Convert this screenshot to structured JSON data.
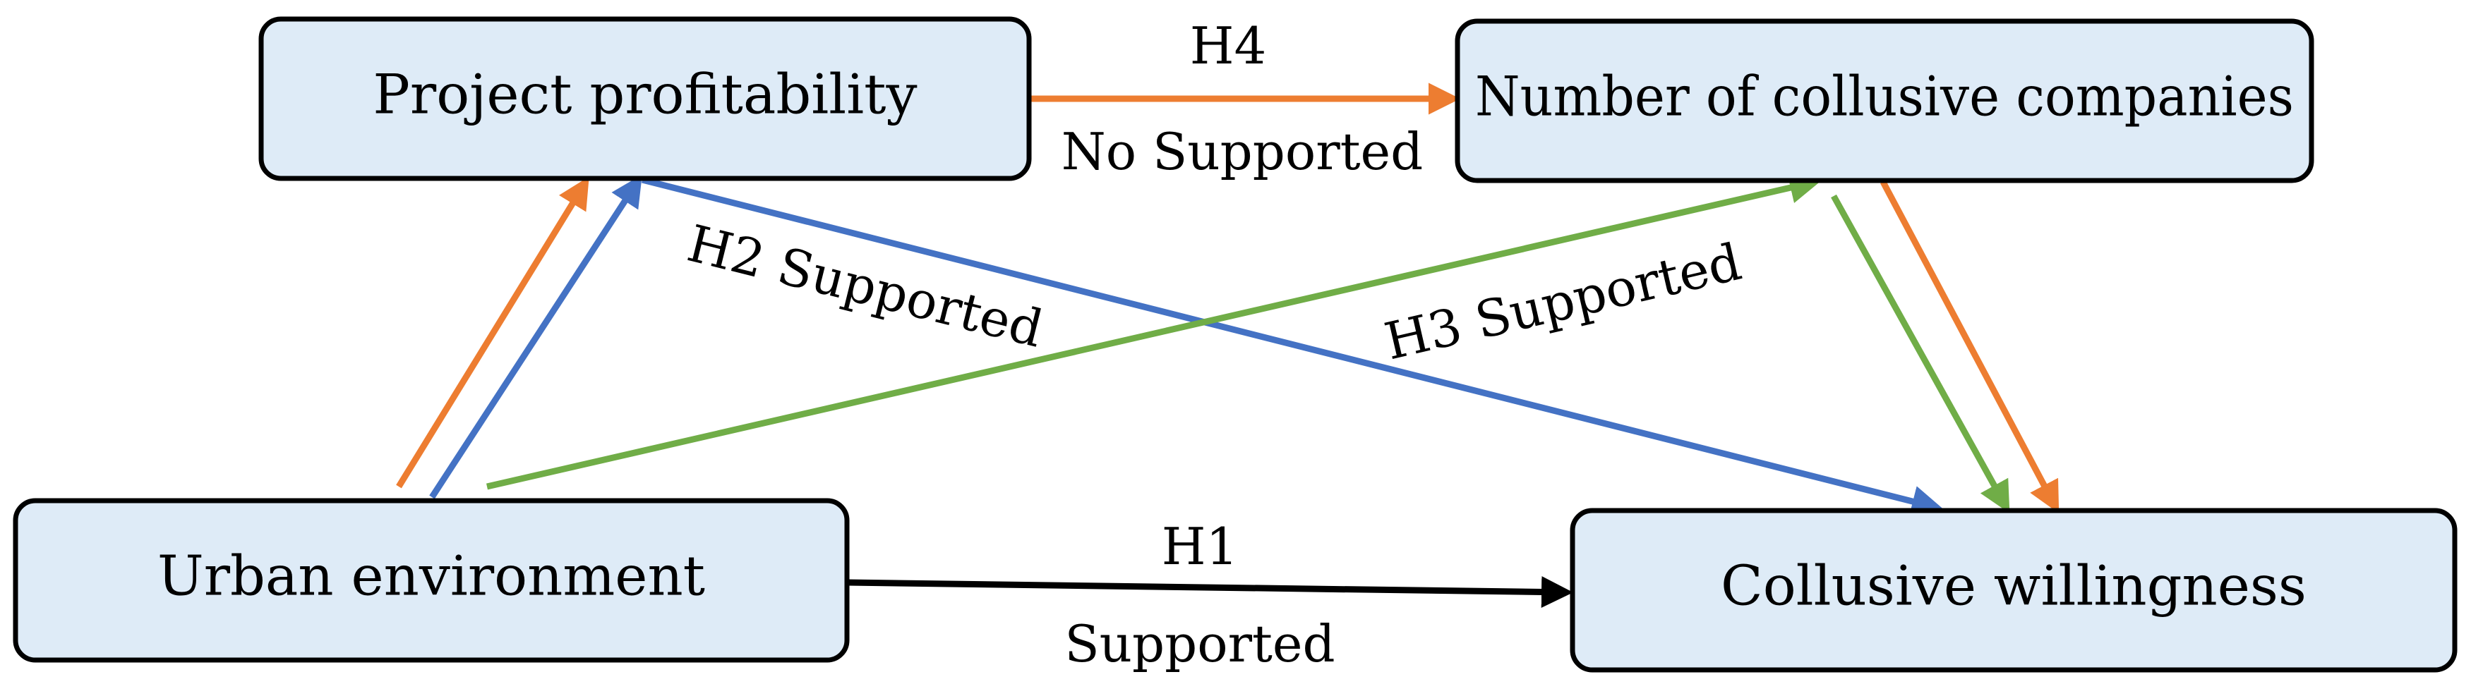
{
  "nodes": {
    "project_profitability": "Project profitability",
    "collusive_companies": "Number of collusive companies",
    "urban_environment": "Urban environment",
    "collusive_willingness": "Collusive willingness"
  },
  "edges": {
    "h1": {
      "label": "H1",
      "result": "Supported"
    },
    "h2": {
      "label": "H2 Supported"
    },
    "h3": {
      "label": "H3 Supported"
    },
    "h4": {
      "label": "H4",
      "result": "No Supported"
    }
  },
  "colors": {
    "box_fill": "#deebf7",
    "orange": "#ed7d31",
    "blue": "#4472c4",
    "green": "#70ad47",
    "black": "#000000"
  }
}
